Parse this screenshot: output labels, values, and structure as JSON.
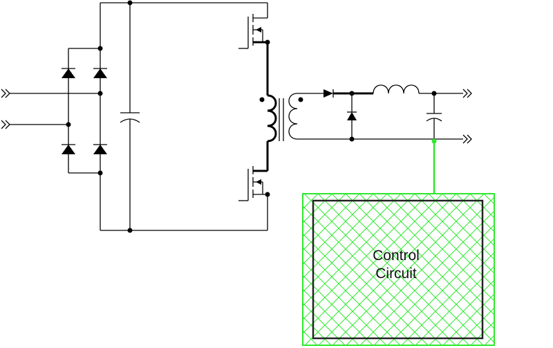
{
  "diagram": {
    "type": "circuit-schematic",
    "control_block": {
      "label_line1": "Control",
      "label_line2": "Circuit"
    },
    "colors": {
      "wire": "#000000",
      "highlight": "#2ee82e",
      "background": "#ffffff"
    },
    "components": [
      "bridge-rectifier",
      "bulk-capacitor",
      "high-side-mosfet",
      "low-side-mosfet",
      "transformer",
      "rectifier-diode",
      "freewheel-diode",
      "output-inductor",
      "output-capacitor",
      "control-circuit"
    ]
  }
}
